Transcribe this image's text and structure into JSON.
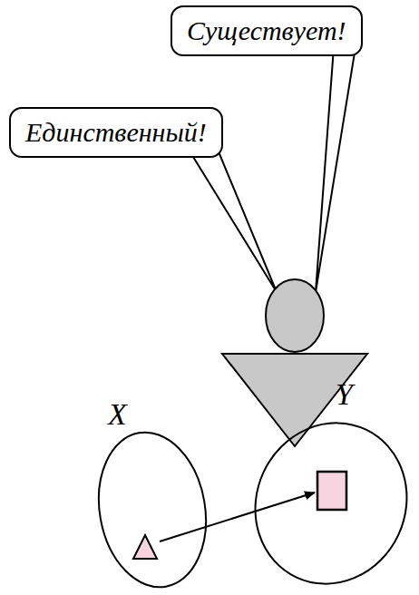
{
  "diagram": {
    "nodes": [
      {
        "text": [
          "Существует!"
        ]
      },
      {
        "text": [
          "Единственный!"
        ]
      },
      {
        "text": [
          "X"
        ]
      },
      {
        "text": [
          "Y"
        ]
      }
    ]
  }
}
